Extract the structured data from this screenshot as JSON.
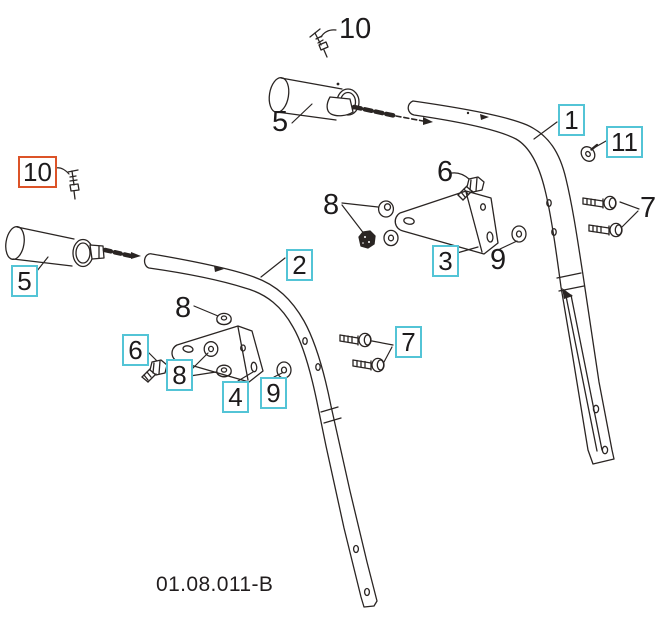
{
  "diagram": {
    "title_code": "01.08.011-B",
    "style": {
      "callout_box_color": "#53c4d6",
      "callout_box_highlight_color": "#dc5328",
      "line_color": "#2a2523",
      "background": "#ffffff"
    },
    "callouts": [
      {
        "label": "10",
        "variant": "plain",
        "assembly": "upper"
      },
      {
        "label": "5",
        "variant": "plain",
        "assembly": "upper"
      },
      {
        "label": "1",
        "variant": "boxed",
        "assembly": "upper"
      },
      {
        "label": "11",
        "variant": "boxed",
        "assembly": "upper"
      },
      {
        "label": "6",
        "variant": "plain",
        "assembly": "upper"
      },
      {
        "label": "8",
        "variant": "plain",
        "assembly": "upper"
      },
      {
        "label": "3",
        "variant": "boxed",
        "assembly": "upper"
      },
      {
        "label": "9",
        "variant": "plain",
        "assembly": "upper"
      },
      {
        "label": "7",
        "variant": "plain",
        "assembly": "upper"
      },
      {
        "label": "10",
        "variant": "boxed-orange",
        "assembly": "lower"
      },
      {
        "label": "5",
        "variant": "boxed",
        "assembly": "lower"
      },
      {
        "label": "2",
        "variant": "boxed",
        "assembly": "lower"
      },
      {
        "label": "8",
        "variant": "plain",
        "assembly": "lower"
      },
      {
        "label": "6",
        "variant": "boxed",
        "assembly": "lower"
      },
      {
        "label": "8",
        "variant": "boxed",
        "assembly": "lower"
      },
      {
        "label": "4",
        "variant": "boxed",
        "assembly": "lower"
      },
      {
        "label": "9",
        "variant": "boxed",
        "assembly": "lower"
      },
      {
        "label": "7",
        "variant": "boxed",
        "assembly": "lower"
      }
    ]
  }
}
